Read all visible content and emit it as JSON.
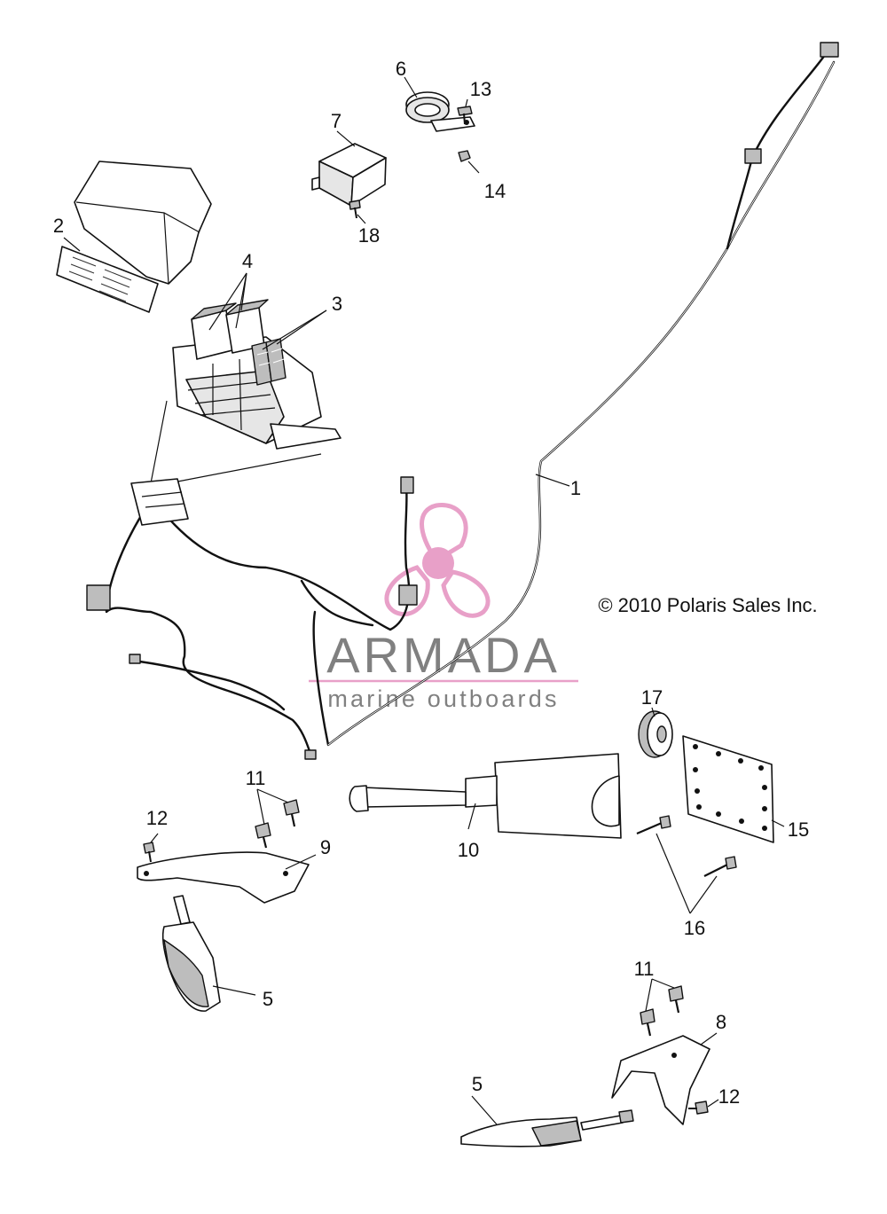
{
  "copyright": "© 2010 Polaris Sales Inc.",
  "watermark": {
    "brand": "ARMADA",
    "tagline": "marine outboards",
    "accent_color": "#e8a0c8",
    "text_color": "#6b6b6b",
    "logo_icon": "propeller-icon"
  },
  "callouts": [
    {
      "id": "c1",
      "label": "1"
    },
    {
      "id": "c2",
      "label": "2"
    },
    {
      "id": "c3",
      "label": "3"
    },
    {
      "id": "c4",
      "label": "4"
    },
    {
      "id": "c5a",
      "label": "5"
    },
    {
      "id": "c5b",
      "label": "5"
    },
    {
      "id": "c6",
      "label": "6"
    },
    {
      "id": "c7",
      "label": "7"
    },
    {
      "id": "c8",
      "label": "8"
    },
    {
      "id": "c9",
      "label": "9"
    },
    {
      "id": "c10",
      "label": "10"
    },
    {
      "id": "c11a",
      "label": "11"
    },
    {
      "id": "c11b",
      "label": "11"
    },
    {
      "id": "c12a",
      "label": "12"
    },
    {
      "id": "c12b",
      "label": "12"
    },
    {
      "id": "c13",
      "label": "13"
    },
    {
      "id": "c14",
      "label": "14"
    },
    {
      "id": "c15",
      "label": "15"
    },
    {
      "id": "c16",
      "label": "16"
    },
    {
      "id": "c17",
      "label": "17"
    },
    {
      "id": "c18",
      "label": "18"
    }
  ]
}
